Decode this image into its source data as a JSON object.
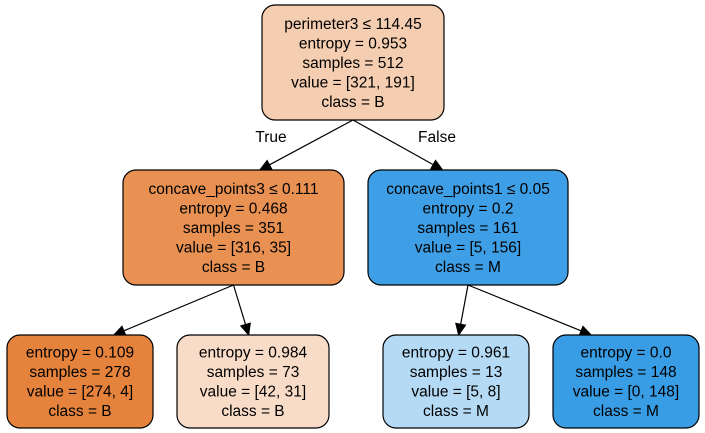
{
  "nodes": [
    {
      "id": "n0",
      "lines": [
        "perimeter3 ≤ 114.45",
        "entropy = 0.953",
        "samples = 512",
        "value = [321, 191]",
        "class = B"
      ],
      "fill": "#f5cdb0"
    },
    {
      "id": "n1",
      "lines": [
        "concave_points3 ≤ 0.111",
        "entropy = 0.468",
        "samples = 351",
        "value = [316, 35]",
        "class = B"
      ],
      "fill": "#e89152"
    },
    {
      "id": "n2",
      "lines": [
        "concave_points1 ≤ 0.05",
        "entropy = 0.2",
        "samples = 161",
        "value = [5, 156]",
        "class = M"
      ],
      "fill": "#3e9fe6"
    },
    {
      "id": "n3",
      "lines": [
        "entropy = 0.109",
        "samples = 278",
        "value = [274, 4]",
        "class = B"
      ],
      "fill": "#e5833c"
    },
    {
      "id": "n4",
      "lines": [
        "entropy = 0.984",
        "samples = 73",
        "value = [42, 31]",
        "class = B"
      ],
      "fill": "#f8dcc8"
    },
    {
      "id": "n5",
      "lines": [
        "entropy = 0.961",
        "samples = 13",
        "value = [5, 8]",
        "class = M"
      ],
      "fill": "#b5daf5"
    },
    {
      "id": "n6",
      "lines": [
        "entropy = 0.0",
        "samples = 148",
        "value = [0, 148]",
        "class = M"
      ],
      "fill": "#399de5"
    }
  ],
  "edges": [
    {
      "from": "n0",
      "to": "n1",
      "label": "True"
    },
    {
      "from": "n0",
      "to": "n2",
      "label": "False"
    },
    {
      "from": "n1",
      "to": "n3",
      "label": ""
    },
    {
      "from": "n1",
      "to": "n4",
      "label": ""
    },
    {
      "from": "n2",
      "to": "n5",
      "label": ""
    },
    {
      "from": "n2",
      "to": "n6",
      "label": ""
    }
  ]
}
